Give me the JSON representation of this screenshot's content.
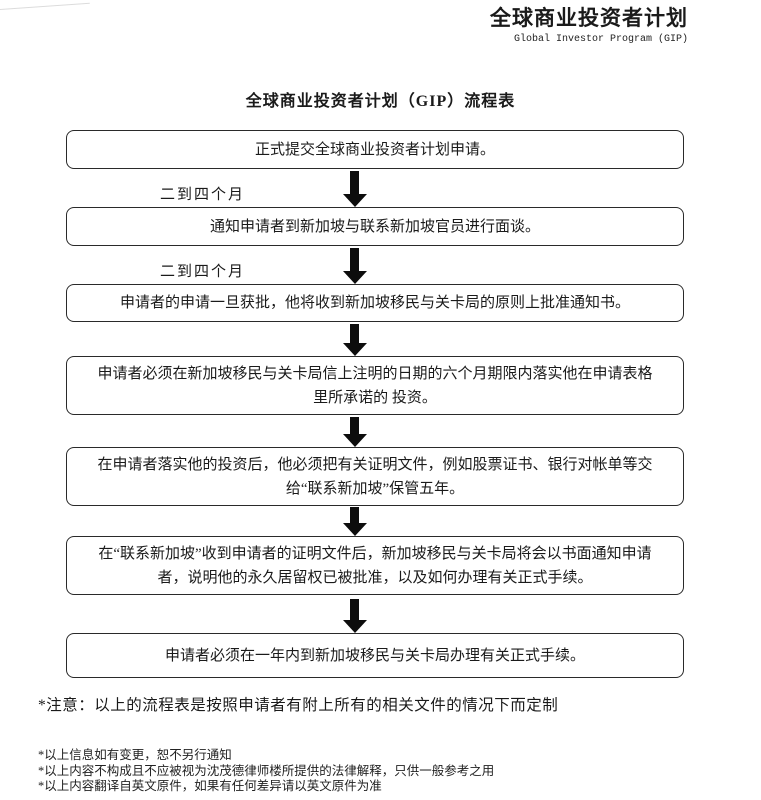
{
  "header": {
    "title": "全球商业投资者计划",
    "subtitle": "Global Investor Program (GIP)"
  },
  "flowchart": {
    "title": "全球商业投资者计划（GIP）流程表",
    "steps": [
      {
        "text": "正式提交全球商业投资者计划申请。",
        "label_after": "二到四个月"
      },
      {
        "text": "通知申请者到新加坡与联系新加坡官员进行面谈。",
        "label_after": "二到四个月"
      },
      {
        "text": "申请者的申请一旦获批，他将收到新加坡移民与关卡局的原则上批准通知书。",
        "label_after": ""
      },
      {
        "text": "申请者必须在新加坡移民与关卡局信上注明的日期的六个月期限内落实他在申请表格里所承诺的 投资。",
        "label_after": ""
      },
      {
        "text": "在申请者落实他的投资后，他必须把有关证明文件，例如股票证书、银行对帐单等交给“联系新加坡”保管五年。",
        "label_after": ""
      },
      {
        "text": "在“联系新加坡”收到申请者的证明文件后，新加坡移民与关卡局将会以书面通知申请者，说明他的永久居留权已被批准，以及如何办理有关正式手续。",
        "label_after": ""
      },
      {
        "text": "申请者必须在一年内到新加坡移民与关卡局办理有关正式手续。",
        "label_after": ""
      }
    ]
  },
  "note": "*注意：以上的流程表是按照申请者有附上所有的相关文件的情况下而定制",
  "footnotes": [
    "*以上信息如有变更，恕不另行通知",
    "*以上内容不构成且不应被视为沈茂德律师楼所提供的法律解释，只供一般参考之用",
    "*以上内容翻译自英文原件，如果有任何差异请以英文原件为准"
  ],
  "colors": {
    "text": "#1a1a1a",
    "box_border": "#2a2a2a",
    "arrow": "#0d0d0d"
  }
}
